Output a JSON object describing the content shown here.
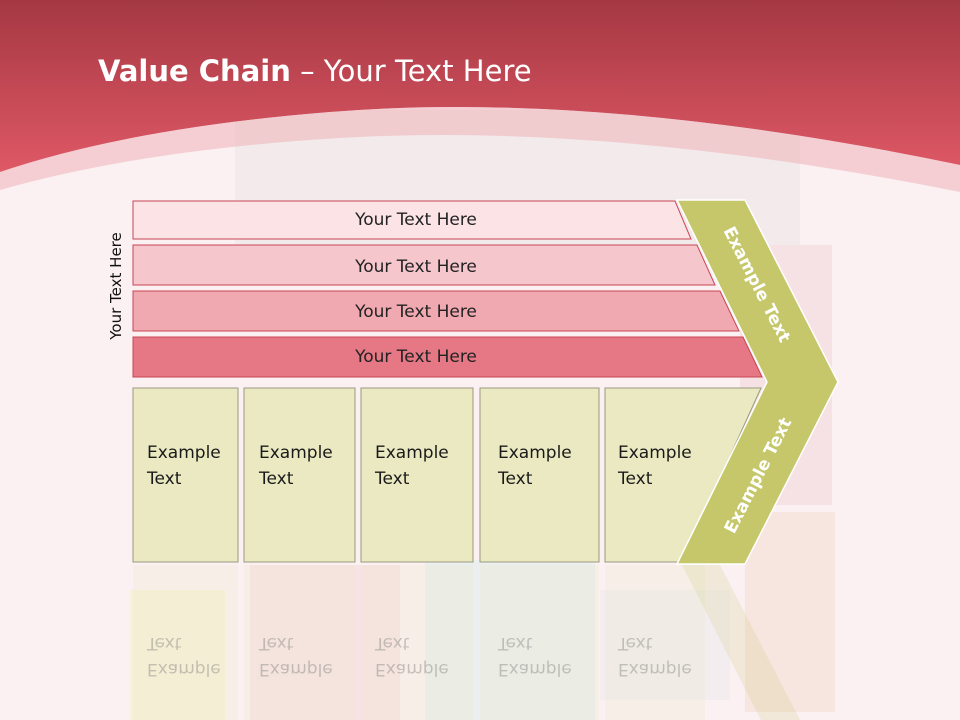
{
  "title": {
    "bold": "Value Chain",
    "rest": " – Your Text Here"
  },
  "side_label": "Your Text Here",
  "bars": [
    {
      "label": "Your Text Here",
      "color": "#fbe3e6"
    },
    {
      "label": "Your Text Here",
      "color": "#f5c6cb"
    },
    {
      "label": "Your Text Here",
      "color": "#f0a9b0"
    },
    {
      "label": "Your Text Here",
      "color": "#e57884"
    }
  ],
  "cells": [
    {
      "line1": "Example",
      "line2": "Text"
    },
    {
      "line1": "Example",
      "line2": "Text"
    },
    {
      "line1": "Example",
      "line2": "Text"
    },
    {
      "line1": "Example",
      "line2": "Text"
    },
    {
      "line1": "Example",
      "line2": "Text"
    }
  ],
  "chevron": {
    "top_text": "Example Text",
    "bottom_text": "Example Text",
    "color": "#c5c76a"
  },
  "colors": {
    "header": "#d9505d",
    "cell_fill": "#eae9c1"
  }
}
